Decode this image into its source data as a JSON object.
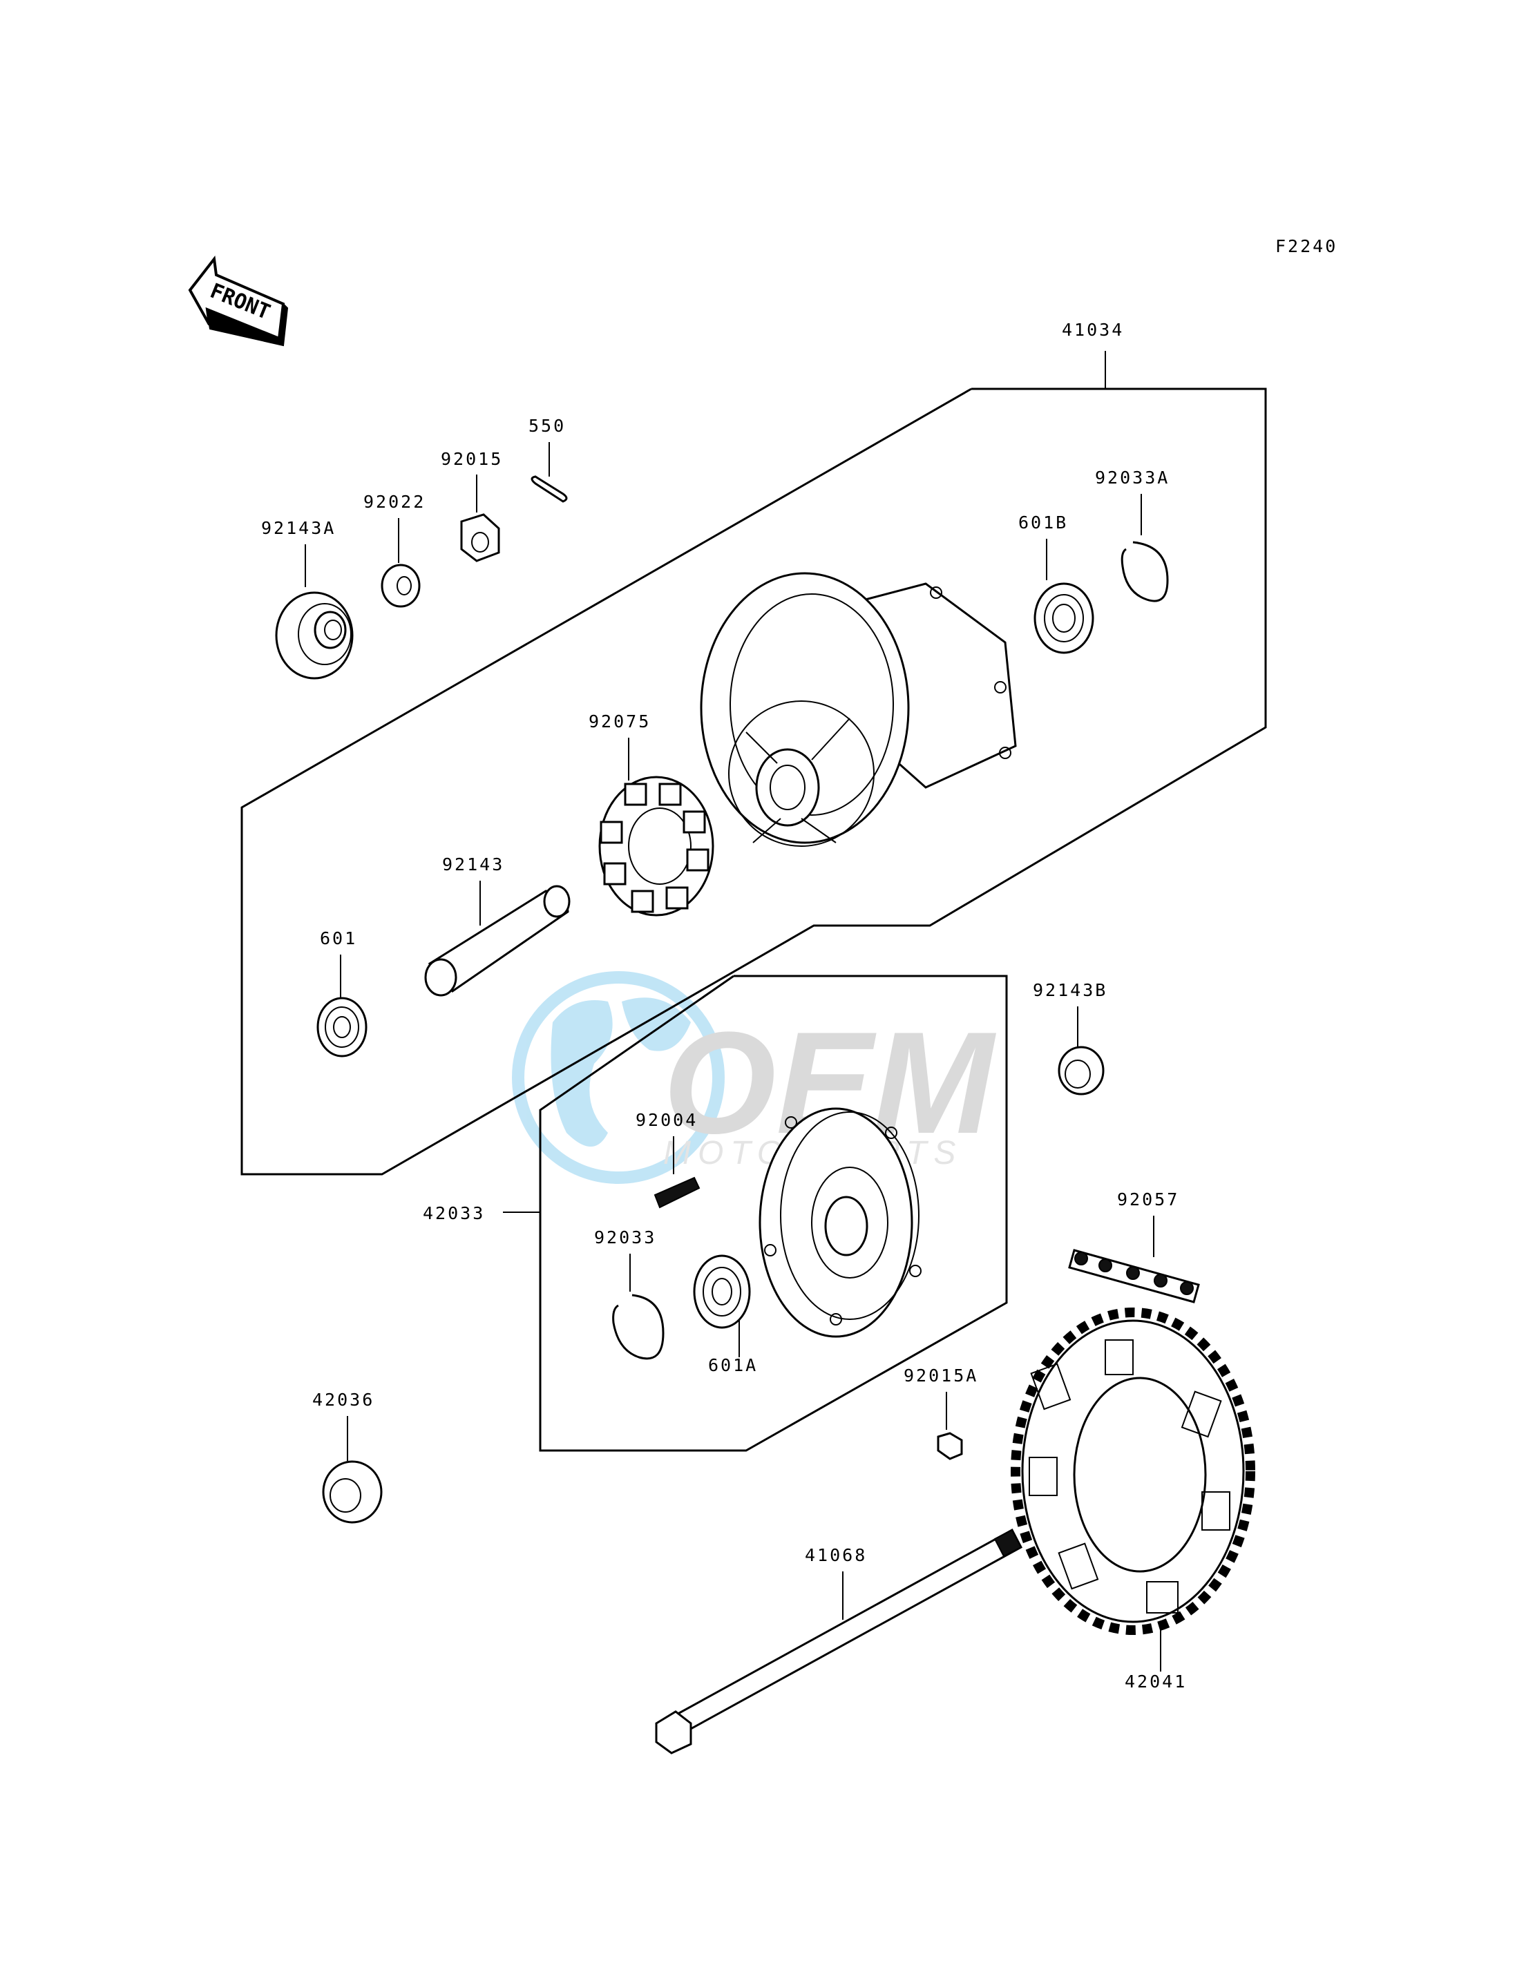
{
  "figure_code": "F2240",
  "front_arrow_label": "FRONT",
  "watermark": {
    "brand": "OEM",
    "sub": "MOTORPARTS",
    "colors": {
      "globe": "#8fd0f0",
      "text": "#c8c8c8"
    }
  },
  "parts": {
    "p41034": "41034",
    "p550": "550",
    "p92015": "92015",
    "p92033A": "92033A",
    "p92022": "92022",
    "p92143A": "92143A",
    "p601B": "601B",
    "p92075": "92075",
    "p92143": "92143",
    "p601": "601",
    "p92143B": "92143B",
    "p92004": "92004",
    "p42033": "42033",
    "p92057": "92057",
    "p92033": "92033",
    "p601A": "601A",
    "p92015A": "92015A",
    "p42036": "42036",
    "p41068": "41068",
    "p42041": "42041"
  }
}
